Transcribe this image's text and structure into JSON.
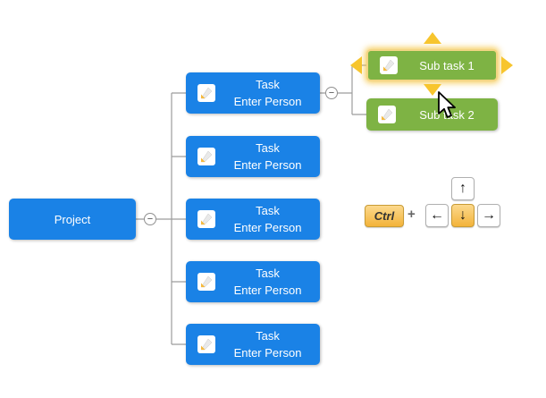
{
  "diagram": {
    "project": {
      "label": "Project"
    },
    "tasks": [
      {
        "title": "Task",
        "subtitle": "Enter Person"
      },
      {
        "title": "Task",
        "subtitle": "Enter Person"
      },
      {
        "title": "Task",
        "subtitle": "Enter Person"
      },
      {
        "title": "Task",
        "subtitle": "Enter Person"
      },
      {
        "title": "Task",
        "subtitle": "Enter Person"
      }
    ],
    "subtasks": [
      {
        "label": "Sub task 1",
        "selected": true
      },
      {
        "label": "Sub task 2",
        "selected": false
      }
    ],
    "collapse_glyph": "−"
  },
  "shortcut_hint": {
    "ctrl_label": "Ctrl",
    "plus": "+",
    "keys": {
      "up": "↑",
      "left": "←",
      "down": "↓",
      "right": "→"
    },
    "highlighted_key": "down"
  },
  "colors": {
    "task_node_blue": "#1a82e6",
    "subtask_node_green": "#7eb344",
    "selection_glow_yellow": "#f3d584",
    "direction_arrow_yellow": "#f7c52e",
    "key_highlight_yellow": "#f3b33a",
    "connector_gray": "#9c9c9c"
  }
}
